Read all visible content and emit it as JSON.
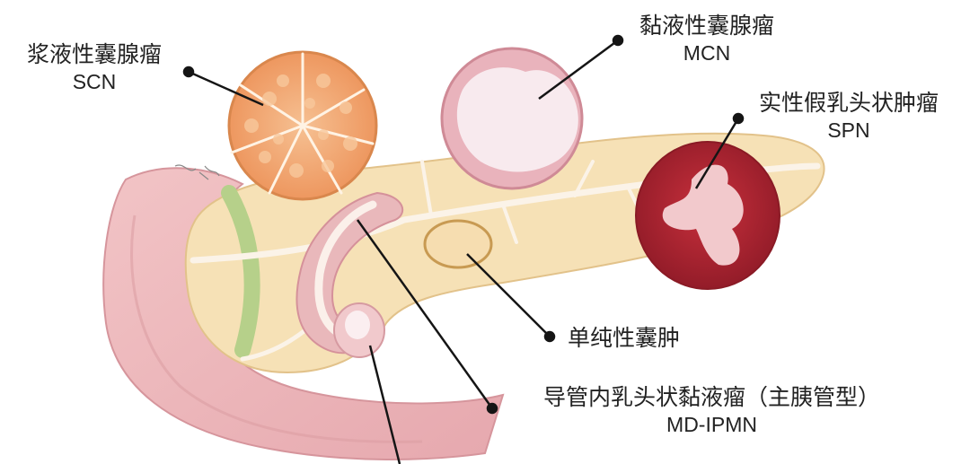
{
  "labels": {
    "scn": {
      "cn": "浆液性囊腺瘤",
      "en": "SCN"
    },
    "mcn": {
      "cn": "黏液性囊腺瘤",
      "en": "MCN"
    },
    "spn": {
      "cn": "实性假乳头状肿瘤",
      "en": "SPN"
    },
    "simple_cyst": {
      "cn": "单纯性囊肿"
    },
    "ipmn": {
      "cn": "导管内乳头状黏液瘤（主胰管型）",
      "en": "MD-IPMN"
    }
  },
  "colors": {
    "pancreas": "#f6e1b6",
    "duodenum": "#eab3b8",
    "scn": "#f0a56e",
    "mcn": "#f4dfe3",
    "spn": "#b32534",
    "duct": "#fbf3e8",
    "bile_duct": "#b9d28a",
    "leader": "#151515"
  }
}
